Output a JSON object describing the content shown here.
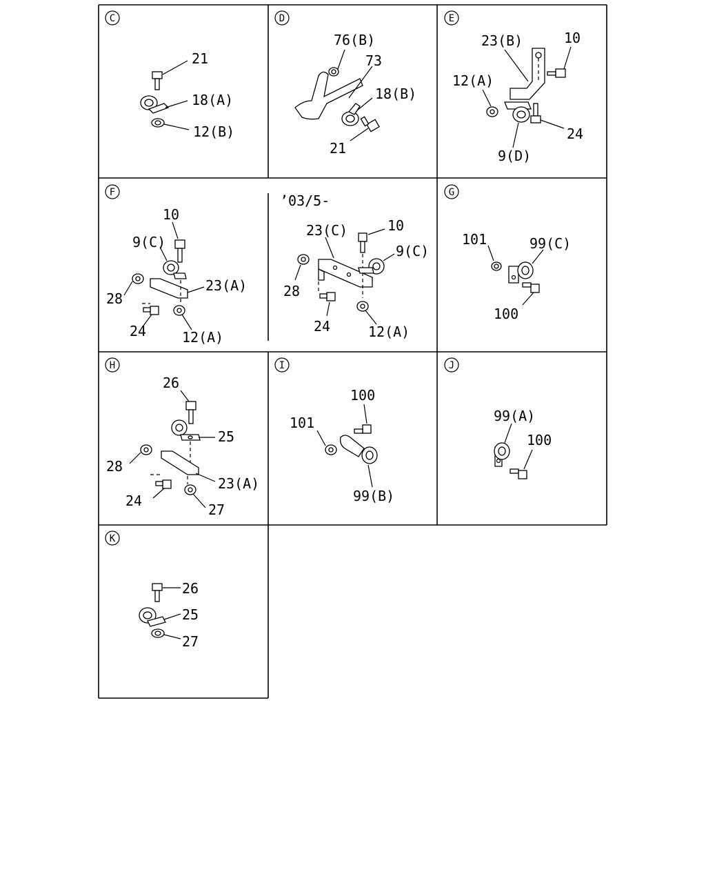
{
  "panels": {
    "C": {
      "letter": "C",
      "labels": [
        "21",
        "18(A)",
        "12(B)"
      ]
    },
    "D": {
      "letter": "D",
      "labels": [
        "76(B)",
        "73",
        "18(B)",
        "21"
      ]
    },
    "E": {
      "letter": "E",
      "labels": [
        "23(B)",
        "10",
        "12(A)",
        "24",
        "9(D)"
      ]
    },
    "F": {
      "letter": "F",
      "labels": [
        "10",
        "9(C)",
        "23(A)",
        "28",
        "24",
        "12(A)"
      ]
    },
    "F2": {
      "note": "’03/5-",
      "labels": [
        "23(C)",
        "10",
        "9(C)",
        "28",
        "24",
        "12(A)"
      ]
    },
    "G": {
      "letter": "G",
      "labels": [
        "101",
        "99(C)",
        "100"
      ]
    },
    "H": {
      "letter": "H",
      "labels": [
        "26",
        "25",
        "28",
        "23(A)",
        "24",
        "27"
      ]
    },
    "I": {
      "letter": "I",
      "labels": [
        "100",
        "101",
        "99(B)"
      ]
    },
    "J": {
      "letter": "J",
      "labels": [
        "99(A)",
        "100"
      ]
    },
    "K": {
      "letter": "K",
      "labels": [
        "26",
        "25",
        "27"
      ]
    }
  }
}
